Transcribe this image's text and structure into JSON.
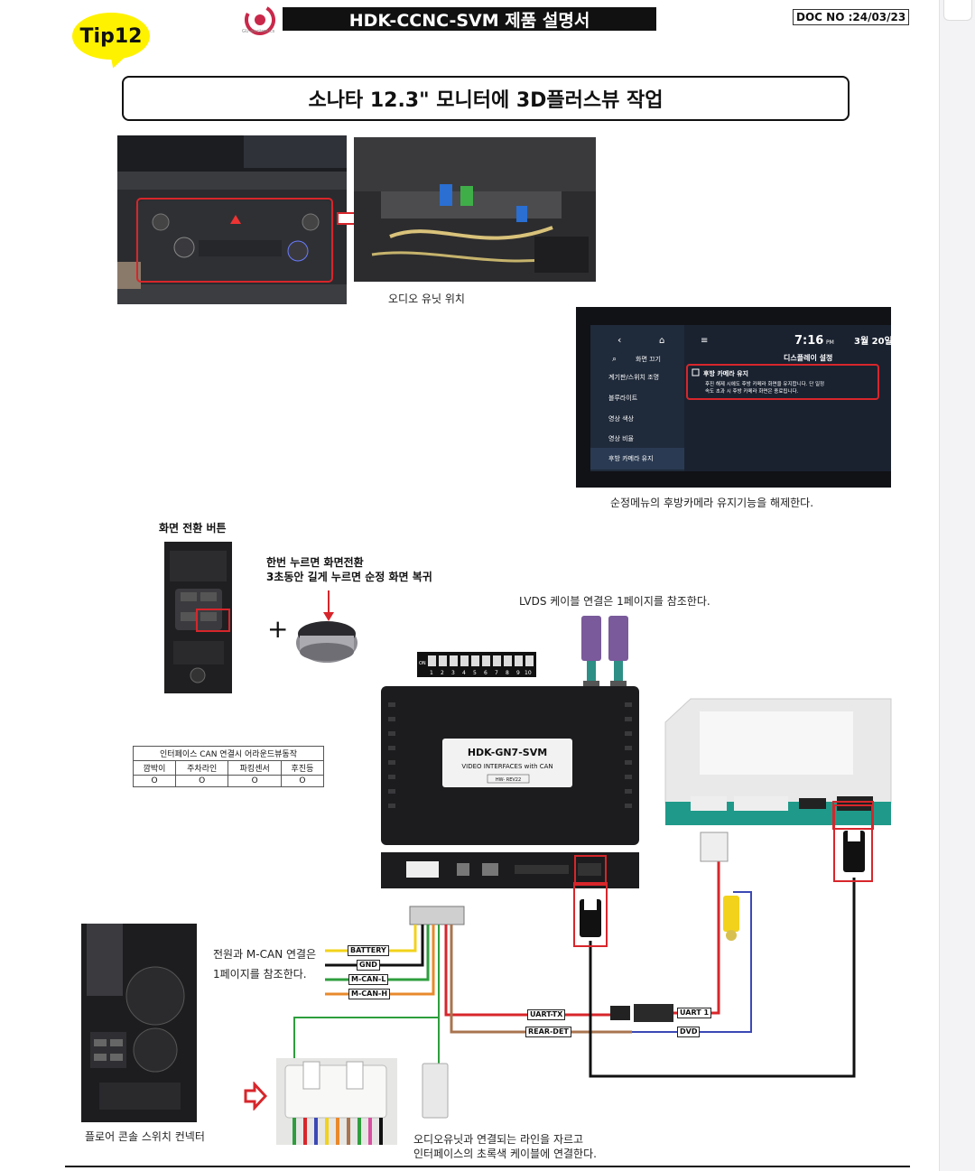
{
  "header": {
    "tip_label": "Tip12",
    "logo_text": "GU electronics",
    "product_title": "HDK-CCNC-SVM 제품 설명서",
    "doc_no": "DOC NO :24/03/23"
  },
  "title": "소나타 12.3\" 모니터에  3D플러스뷰 작업",
  "captions": {
    "audio_unit": "오디오 유닛 위치",
    "rear_camera": "순정메뉴의 후방카메라 유지기능을 해제한다.",
    "switch_button_title": "화면 전환 버튼",
    "switch_desc_1": "한번 누르면 화면전환",
    "switch_desc_2": "3초동안 길게 누르면 순정 화면 복귀",
    "lvds": "LVDS 케이블 연결은 1페이지를 참조한다.",
    "power_1": "전원과 M-CAN 연결은",
    "power_2": "1페이지를 참조한다.",
    "floor_console": "플로어 콘솔 스위치 컨넥터",
    "audio_line_1": "오디오유닛과 연결되는 라인을 자르고",
    "audio_line_2": "인터페이스의 초록색 케이블에 연결한다."
  },
  "screen": {
    "time": "7:16",
    "ampm": "PM",
    "date": "3월 20일",
    "menu": [
      "화면 끄기",
      "계기판/스위치 조명",
      "블루라이트",
      "영상 색상",
      "영상 비율",
      "후방 카메라 유지"
    ],
    "panel_title": "디스플레이 설정",
    "option_title": "후방 카메라 유지",
    "option_desc_1": "후진 해제 시에도 후방 카메라 화면을 유지합니다. 단 일정",
    "option_desc_2": "속도 초과 시 후방 카메라 화면은 종료됩니다."
  },
  "can_table": {
    "title": "인터페이스 CAN 연결시 어라운드뷰동작",
    "headers": [
      "깜박이",
      "주차라인",
      "파킹센서",
      "후진등"
    ],
    "values": [
      "O",
      "O",
      "O",
      "O"
    ]
  },
  "dip_switch": {
    "on_label": "ON",
    "numbers": [
      "1",
      "2",
      "3",
      "4",
      "5",
      "6",
      "7",
      "8",
      "9",
      "10"
    ]
  },
  "module": {
    "model": "HDK-GN7-SVM",
    "subtitle": "VIDEO INTERFACES with CAN",
    "revision": "HW- REV22"
  },
  "wires": {
    "battery": "BATTERY",
    "gnd": "GND",
    "mcan_l": "M-CAN-L",
    "mcan_h": "M-CAN-H",
    "uart_tx": "UART-TX",
    "rear_det": "REAR-DET",
    "uart_1": "UART 1",
    "dvd": "DVD"
  },
  "colors": {
    "highlight_red": "#d7262b",
    "tip_yellow": "#fff200",
    "wire_yellow": "#f2d21b",
    "wire_green": "#2e9e3d",
    "wire_orange": "#e8892b",
    "wire_red": "#d7262b",
    "wire_brown": "#a9744f",
    "wire_blue": "#3b49b5",
    "wire_black": "#111111"
  }
}
